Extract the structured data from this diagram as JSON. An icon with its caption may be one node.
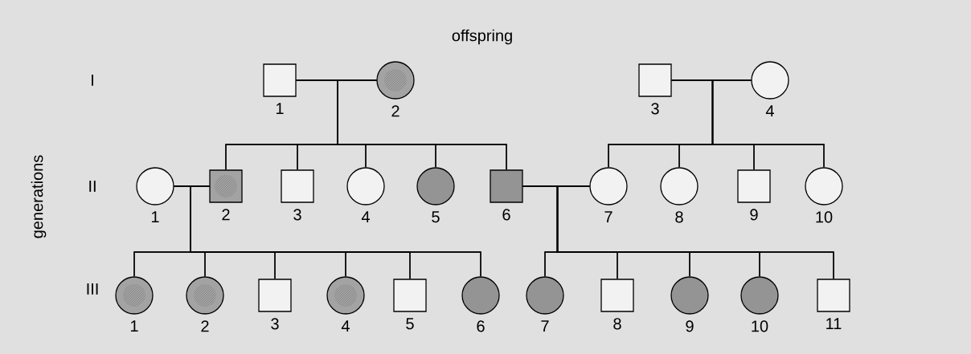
{
  "diagram": {
    "title": "offspring",
    "nodes": [
      {
        "text": [
          "1"
        ]
      },
      {
        "text": [
          "2"
        ]
      },
      {
        "text": [
          "3"
        ]
      },
      {
        "text": [
          "4"
        ]
      },
      {
        "text": [
          "1"
        ]
      },
      {
        "text": [
          "2"
        ]
      },
      {
        "text": [
          "3"
        ]
      },
      {
        "text": [
          "4"
        ]
      },
      {
        "text": [
          "5"
        ]
      },
      {
        "text": [
          "6"
        ]
      },
      {
        "text": [
          "7"
        ]
      },
      {
        "text": [
          "8"
        ]
      },
      {
        "text": [
          "9"
        ]
      },
      {
        "text": [
          "10"
        ]
      },
      {
        "text": [
          "1"
        ]
      },
      {
        "text": [
          "2"
        ]
      },
      {
        "text": [
          "3"
        ]
      },
      {
        "text": [
          "4"
        ]
      },
      {
        "text": [
          "5"
        ]
      },
      {
        "text": [
          "6"
        ]
      },
      {
        "text": [
          "7"
        ]
      },
      {
        "text": [
          "8"
        ]
      },
      {
        "text": [
          "9"
        ]
      },
      {
        "text": [
          "10"
        ]
      },
      {
        "text": [
          "11"
        ]
      }
    ],
    "edges": [
      {
        "from": 0,
        "to": 1,
        "arrow": "none"
      },
      {
        "from": 2,
        "to": 3,
        "arrow": "none"
      },
      {
        "from": 4,
        "to": 5,
        "arrow": "none"
      },
      {
        "from": 9,
        "to": 10,
        "arrow": "none"
      },
      {
        "from": 0,
        "to": 5,
        "arrow": "none"
      },
      {
        "from": 1,
        "to": 5,
        "arrow": "none"
      },
      {
        "from": 0,
        "to": 6,
        "arrow": "none"
      },
      {
        "from": 1,
        "to": 6,
        "arrow": "none"
      },
      {
        "from": 0,
        "to": 7,
        "arrow": "none"
      },
      {
        "from": 1,
        "to": 7,
        "arrow": "none"
      },
      {
        "from": 0,
        "to": 8,
        "arrow": "none"
      },
      {
        "from": 1,
        "to": 8,
        "arrow": "none"
      },
      {
        "from": 0,
        "to": 9,
        "arrow": "none"
      },
      {
        "from": 1,
        "to": 9,
        "arrow": "none"
      },
      {
        "from": 2,
        "to": 10,
        "arrow": "none"
      },
      {
        "from": 3,
        "to": 10,
        "arrow": "none"
      },
      {
        "from": 2,
        "to": 11,
        "arrow": "none"
      },
      {
        "from": 3,
        "to": 11,
        "arrow": "none"
      },
      {
        "from": 2,
        "to": 12,
        "arrow": "none"
      },
      {
        "from": 3,
        "to": 12,
        "arrow": "none"
      },
      {
        "from": 2,
        "to": 13,
        "arrow": "none"
      },
      {
        "from": 3,
        "to": 13,
        "arrow": "none"
      },
      {
        "from": 4,
        "to": 14,
        "arrow": "none"
      },
      {
        "from": 5,
        "to": 14,
        "arrow": "none"
      },
      {
        "from": 4,
        "to": 15,
        "arrow": "none"
      },
      {
        "from": 5,
        "to": 15,
        "arrow": "none"
      },
      {
        "from": 4,
        "to": 16,
        "arrow": "none"
      },
      {
        "from": 5,
        "to": 16,
        "arrow": "none"
      },
      {
        "from": 4,
        "to": 17,
        "arrow": "none"
      },
      {
        "from": 5,
        "to": 17,
        "arrow": "none"
      },
      {
        "from": 4,
        "to": 18,
        "arrow": "none"
      },
      {
        "from": 5,
        "to": 18,
        "arrow": "none"
      },
      {
        "from": 4,
        "to": 19,
        "arrow": "none"
      },
      {
        "from": 5,
        "to": 19,
        "arrow": "none"
      },
      {
        "from": 9,
        "to": 20,
        "arrow": "none"
      },
      {
        "from": 10,
        "to": 20,
        "arrow": "none"
      },
      {
        "from": 9,
        "to": 21,
        "arrow": "none"
      },
      {
        "from": 10,
        "to": 21,
        "arrow": "none"
      },
      {
        "from": 9,
        "to": 22,
        "arrow": "none"
      },
      {
        "from": 10,
        "to": 22,
        "arrow": "none"
      },
      {
        "from": 9,
        "to": 23,
        "arrow": "none"
      },
      {
        "from": 10,
        "to": 23,
        "arrow": "none"
      },
      {
        "from": 9,
        "to": 24,
        "arrow": "none"
      },
      {
        "from": 10,
        "to": 24,
        "arrow": "none"
      }
    ],
    "labels": [
      "generations",
      "I",
      "II",
      "III"
    ]
  }
}
